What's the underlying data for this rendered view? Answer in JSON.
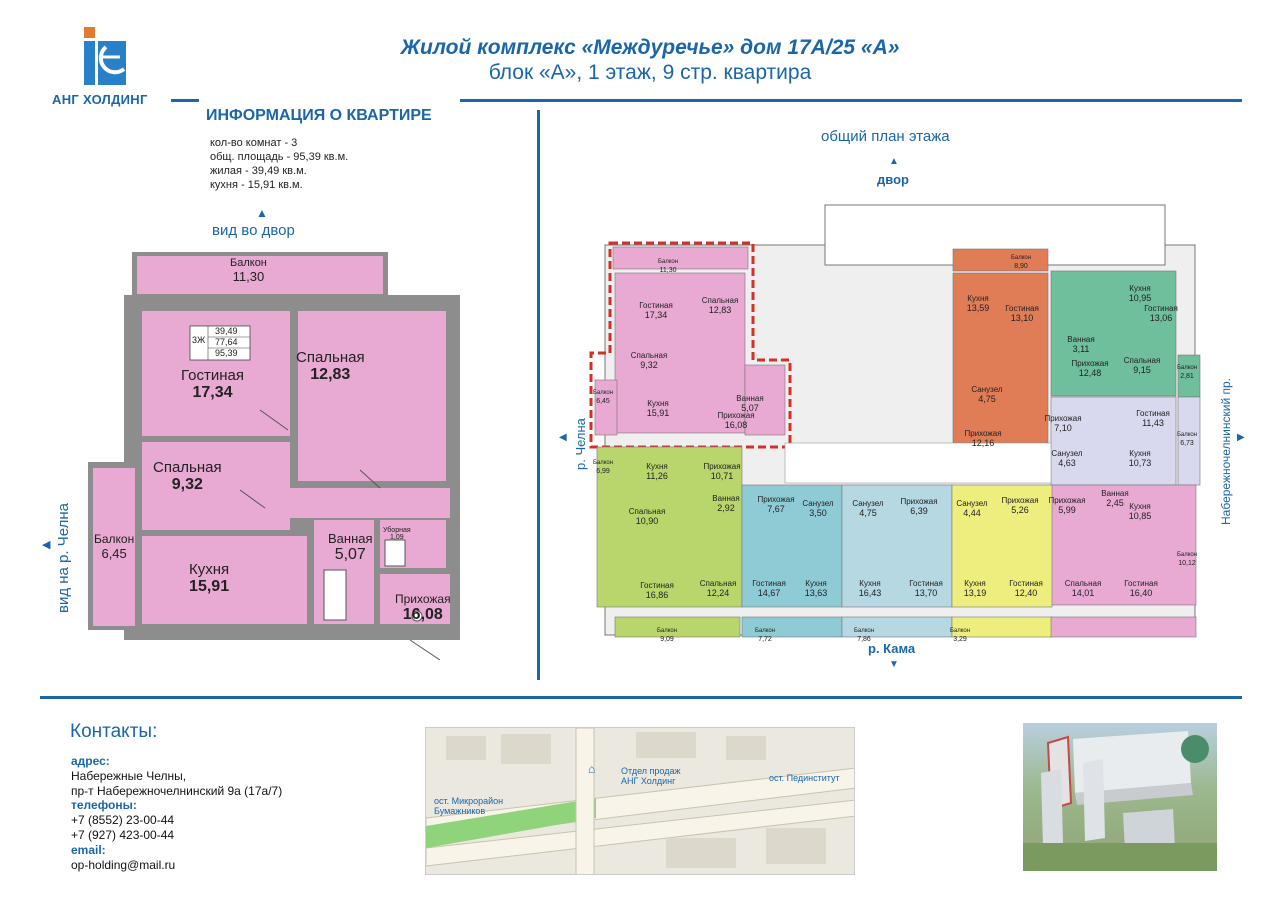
{
  "header": {
    "title_line1": "Жилой комплекс «Междуречье» дом 17А/25 «А»",
    "title_line2": "блок «А», 1 этаж, 9 стр. квартира",
    "logo_text": "АНГ ХОЛДИНГ",
    "logo_icon": "ang-holding-logo"
  },
  "apartment_info": {
    "heading": "ИНФОРМАЦИЯ О КВАРТИРЕ",
    "rooms": "кол-во комнат - 3",
    "total_area": "общ. площадь - 95,39 кв.м.",
    "living_area": "жилая - 39,49 кв.м.",
    "kitchen_area": "кухня - 15,91 кв.м."
  },
  "apartment_plan": {
    "view_courtyard": "вид во двор",
    "view_river": "вид на р. Челна",
    "badge": {
      "type": "3Ж",
      "v1": "39,49",
      "v2": "77,64",
      "v3": "95,39"
    },
    "rooms": [
      {
        "name": "Балкон",
        "area": "11,30"
      },
      {
        "name": "Гостиная",
        "area": "17,34"
      },
      {
        "name": "Спальная",
        "area": "12,83"
      },
      {
        "name": "Спальная",
        "area": "9,32"
      },
      {
        "name": "Балкон",
        "area": "6,45"
      },
      {
        "name": "Кухня",
        "area": "15,91"
      },
      {
        "name": "Ванная",
        "area": "5,07"
      },
      {
        "name": "Уборная",
        "area": "1,09"
      },
      {
        "name": "Прихожая",
        "area": "16,08"
      }
    ]
  },
  "floor_plan": {
    "title": "общий план этажа",
    "yard": "двор",
    "river_chelna": "р. Челна",
    "river_kama": "р. Кама",
    "avenue": "Набережночелнинский пр.",
    "labels": [
      {
        "name": "Балкон",
        "area": "11,30"
      },
      {
        "name": "Гостиная",
        "area": "17,34"
      },
      {
        "name": "Спальная",
        "area": "12,83"
      },
      {
        "name": "Спальная",
        "area": "9,32"
      },
      {
        "name": "Кухня",
        "area": "15,91"
      },
      {
        "name": "Прихожая",
        "area": "16,08"
      },
      {
        "name": "Балкон",
        "area": "6,45"
      },
      {
        "name": "Ванная",
        "area": "5,07"
      },
      {
        "name": "Балкон",
        "area": "8,90"
      },
      {
        "name": "Кухня",
        "area": "13,59"
      },
      {
        "name": "Гостиная",
        "area": "13,10"
      },
      {
        "name": "Санузел",
        "area": "4,75"
      },
      {
        "name": "Прихожая",
        "area": "12,16"
      },
      {
        "name": "Кухня",
        "area": "10,95"
      },
      {
        "name": "Гостиная",
        "area": "13,06"
      },
      {
        "name": "Ванная",
        "area": "3,11"
      },
      {
        "name": "Прихожая",
        "area": "12,48"
      },
      {
        "name": "Спальная",
        "area": "9,15"
      },
      {
        "name": "Балкон",
        "area": "2,81"
      },
      {
        "name": "Прихожая",
        "area": "7,10"
      },
      {
        "name": "Гостиная",
        "area": "11,43"
      },
      {
        "name": "Балкон",
        "area": "6,73"
      },
      {
        "name": "Санузел",
        "area": "4,63"
      },
      {
        "name": "Кухня",
        "area": "10,73"
      },
      {
        "name": "Кухня",
        "area": "11,26"
      },
      {
        "name": "Прихожая",
        "area": "10,71"
      },
      {
        "name": "Балкон",
        "area": "6,99"
      },
      {
        "name": "Ванная",
        "area": "2,92"
      },
      {
        "name": "Спальная",
        "area": "10,90"
      },
      {
        "name": "Прихожая",
        "area": "7,67"
      },
      {
        "name": "Санузел",
        "area": "3,50"
      },
      {
        "name": "Санузел",
        "area": "4,75"
      },
      {
        "name": "Прихожая",
        "area": "6,39"
      },
      {
        "name": "Санузел",
        "area": "4,44"
      },
      {
        "name": "Прихожая",
        "area": "5,26"
      },
      {
        "name": "Прихожая",
        "area": "5,99"
      },
      {
        "name": "Ванная",
        "area": "2,45"
      },
      {
        "name": "Кухня",
        "area": "10,85"
      },
      {
        "name": "Балкон",
        "area": "10,12"
      },
      {
        "name": "Гостиная",
        "area": "16,86"
      },
      {
        "name": "Спальная",
        "area": "12,24"
      },
      {
        "name": "Гостиная",
        "area": "14,67"
      },
      {
        "name": "Кухня",
        "area": "13,63"
      },
      {
        "name": "Кухня",
        "area": "16,43"
      },
      {
        "name": "Гостиная",
        "area": "13,70"
      },
      {
        "name": "Кухня",
        "area": "13,19"
      },
      {
        "name": "Гостиная",
        "area": "12,40"
      },
      {
        "name": "Спальная",
        "area": "14,01"
      },
      {
        "name": "Гостиная",
        "area": "16,40"
      },
      {
        "name": "Балкон",
        "area": "9,09"
      },
      {
        "name": "Балкон",
        "area": "7,72"
      },
      {
        "name": "Балкон",
        "area": "7,86"
      },
      {
        "name": "Балкон",
        "area": "3,29"
      }
    ]
  },
  "contacts": {
    "heading": "Контакты:",
    "address_label": "адрес:",
    "address_line1": "Набережные Челны,",
    "address_line2": "пр-т Набережночелнинский 9а (17а/7)",
    "phones_label": "телефоны:",
    "phone1": "+7 (8552) 23-00-44",
    "phone2": "+7 (927) 423-00-44",
    "email_label": "email:",
    "email": "op-holding@mail.ru"
  },
  "map": {
    "sales_office": "Отдел продаж АНГ Холдинг",
    "stop_pedinstitute": "ост. Пединститут",
    "stop_microdistrict": "ост. Микрорайон Бумажников"
  },
  "colors": {
    "accent": "#1a66a8",
    "pink": "#e8a9d3",
    "orange": "#e07c56",
    "green": "#6fbe9c",
    "lavender": "#d8d8ee",
    "olive": "#b8d66b",
    "teal": "#8fcbd5",
    "lightblue": "#b5d8e2",
    "yellow": "#eeee7e",
    "red_outline": "#d3302a"
  }
}
